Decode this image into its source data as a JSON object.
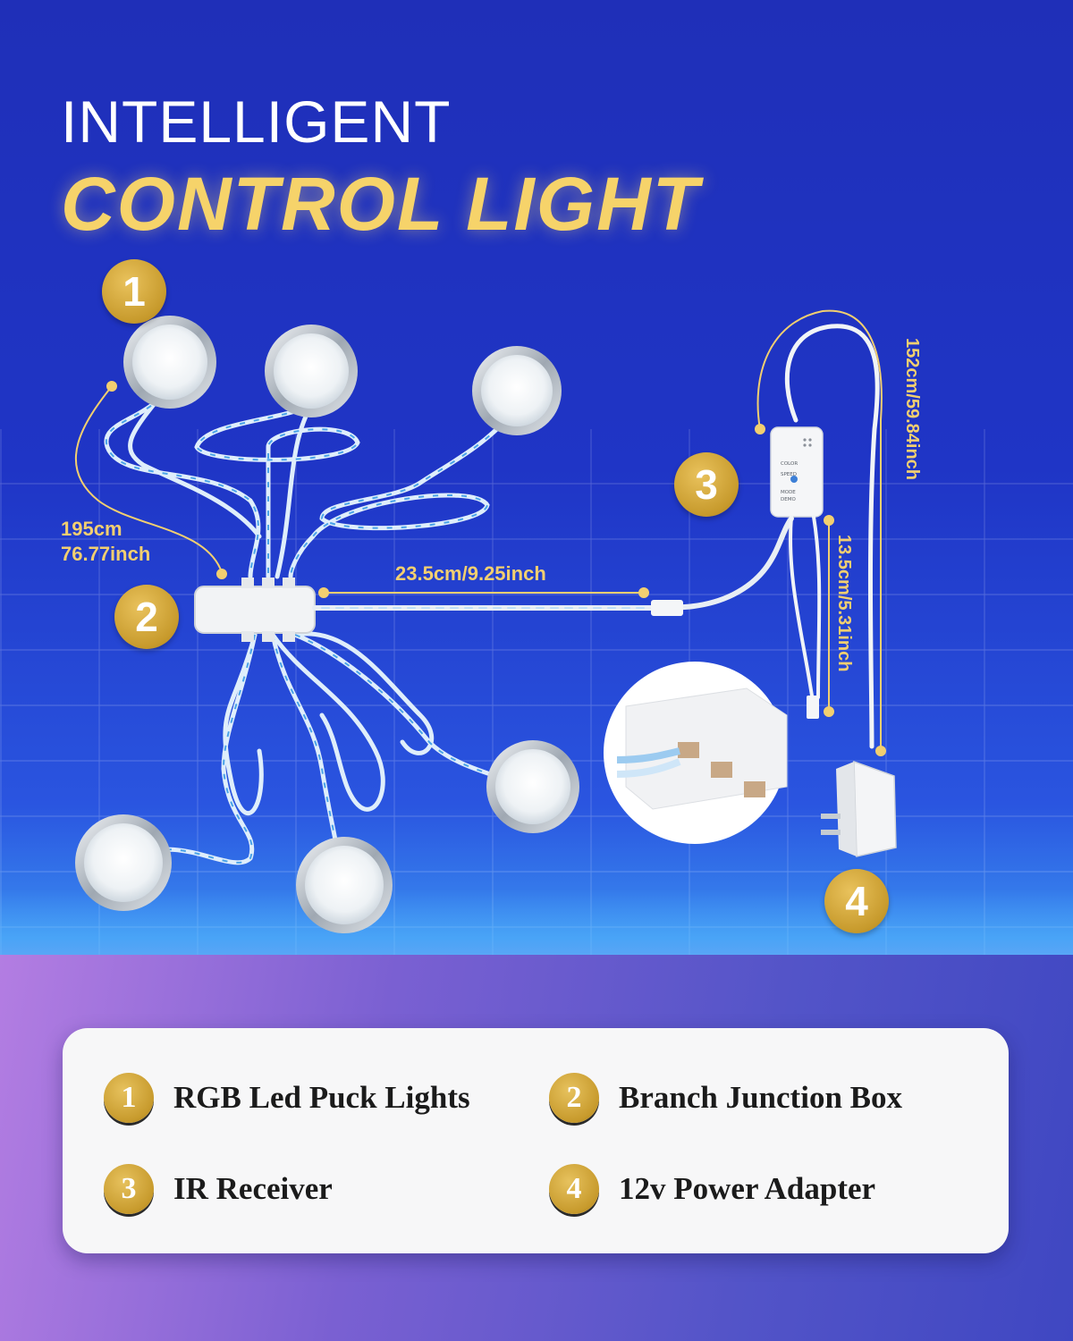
{
  "title": {
    "line1": "INTELLIGENT",
    "line2": "CONTROL LIGHT"
  },
  "badges": {
    "b1": "1",
    "b2": "2",
    "b3": "3",
    "b4": "4"
  },
  "dimensions": {
    "lights_cable": [
      "195cm",
      "76.77inch"
    ],
    "junction_cable": "23.5cm/9.25inch",
    "receiver_cable": "152cm/59.84inch",
    "short_cable": "13.5cm/5.31inch"
  },
  "receiver_buttons": [
    "COLOR",
    "SPEED",
    "MODE",
    "DEMO"
  ],
  "legend": [
    {
      "number": "1",
      "label": "RGB Led Puck Lights"
    },
    {
      "number": "2",
      "label": "Branch Junction Box"
    },
    {
      "number": "3",
      "label": "IR Receiver"
    },
    {
      "number": "4",
      "label": "12v Power Adapter"
    }
  ],
  "colors": {
    "accent_gold": "#f2cf70",
    "badge_gold": "#c79a2c",
    "background_blue": "#1f2fb8"
  }
}
